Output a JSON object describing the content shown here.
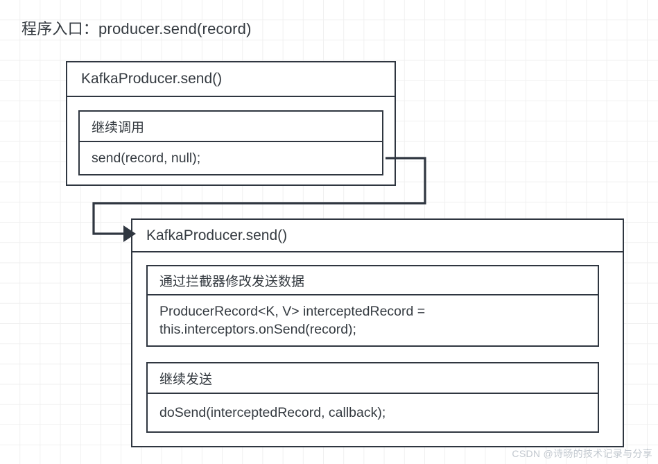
{
  "page": {
    "title": "程序入口：producer.send(record)",
    "watermark": "CSDN @诗旸的技术记录与分享"
  },
  "diagram": {
    "type": "call-flow",
    "boxes": [
      {
        "id": "box1",
        "header": "KafkaProducer.send()",
        "sections": [
          {
            "label": "继续调用",
            "code": "send(record, null);"
          }
        ]
      },
      {
        "id": "box2",
        "header": "KafkaProducer.send()",
        "sections": [
          {
            "label": "通过拦截器修改发送数据",
            "code": "ProducerRecord<K, V> interceptedRecord =\nthis.interceptors.onSend(record);"
          },
          {
            "label": "继续发送",
            "code": "doSend(interceptedRecord, callback);"
          }
        ]
      }
    ],
    "connector": {
      "from": "box1.section.send(record, null);",
      "to": "box2.header",
      "arrow": "triangle-right"
    }
  },
  "colors": {
    "border": "#2f3640",
    "text": "#343a40",
    "grid": "#f0f0f0",
    "background": "#ffffff",
    "watermark": "#c2c8cf"
  }
}
